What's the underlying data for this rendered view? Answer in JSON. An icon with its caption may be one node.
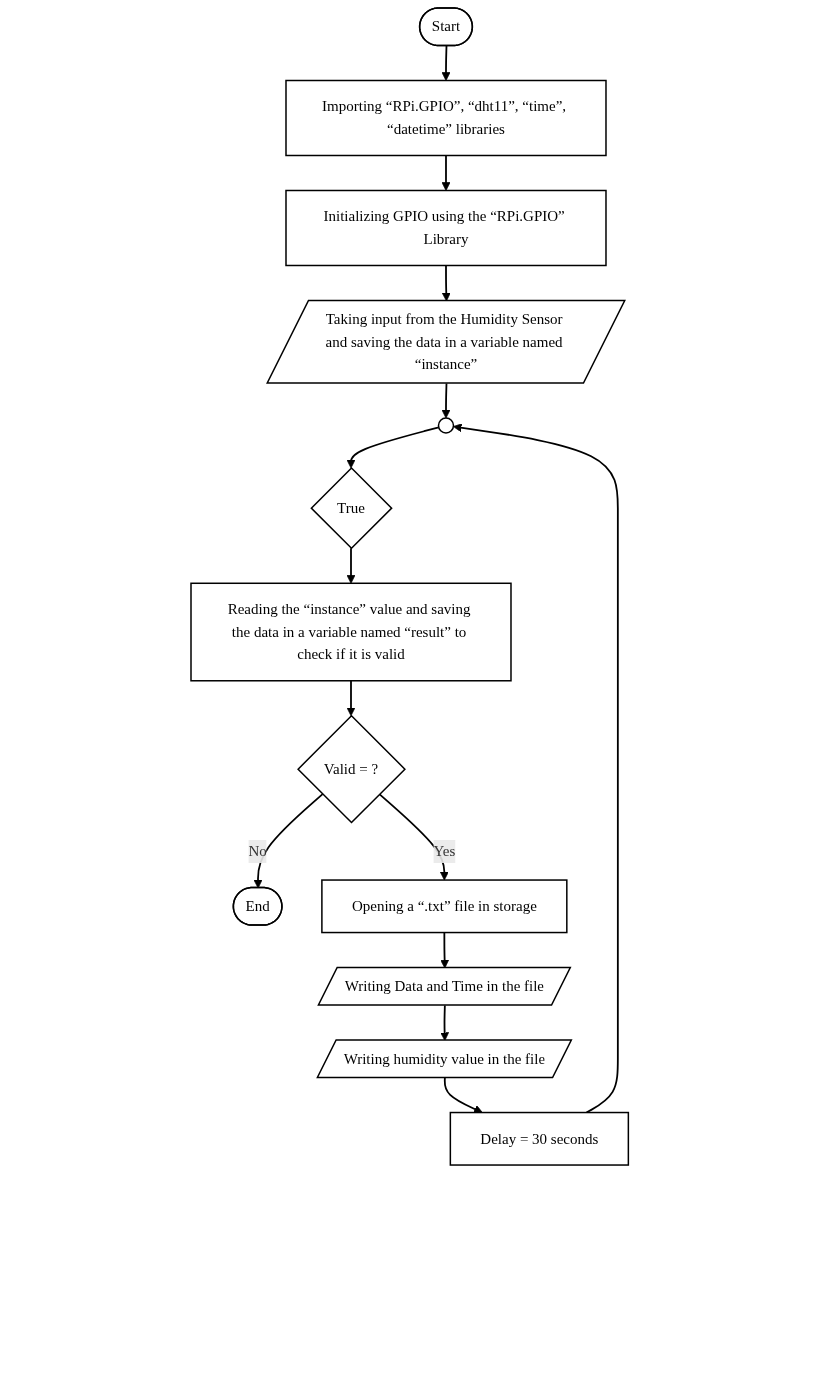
{
  "diagram": {
    "nodes": [
      {
        "text": [
          "Start"
        ]
      },
      {
        "text": [
          "Importing “RPi.GPIO”, “dht11”, “time”, “datetime” libraries"
        ]
      },
      {
        "text": [
          "Initializing GPIO using the “RPi.GPIO” Library"
        ]
      },
      {
        "text": [
          "Taking input from the Humidity Sensor and saving the data in a variable named “instance”"
        ]
      },
      {
        "text": [],
        "shape": "circle"
      },
      {
        "text": [
          "True"
        ]
      },
      {
        "text": [
          "Reading the “instance” value and saving the data in a variable named “result” to check if it is valid"
        ]
      },
      {
        "text": [
          "Valid = ?"
        ]
      },
      {
        "text": [
          "End"
        ]
      },
      {
        "text": [
          "Opening a “.txt” file in storage"
        ]
      },
      {
        "text": [
          "Writing Data and Time in the file"
        ]
      },
      {
        "text": [
          "Writing humidity value in the file"
        ]
      },
      {
        "text": [
          "Delay = 30 seconds"
        ]
      }
    ],
    "edges": [
      {
        "from": 0,
        "to": 1,
        "arrow": "to"
      },
      {
        "from": 1,
        "to": 2,
        "arrow": "to"
      },
      {
        "from": 2,
        "to": 3,
        "arrow": "to"
      },
      {
        "from": 3,
        "to": 4,
        "arrow": "to"
      },
      {
        "from": 4,
        "to": 5,
        "arrow": "to"
      },
      {
        "from": 5,
        "to": 6,
        "arrow": "to"
      },
      {
        "from": 6,
        "to": 7,
        "arrow": "to"
      },
      {
        "from": 7,
        "to": 8,
        "arrow": "to",
        "label": "No"
      },
      {
        "from": 7,
        "to": 9,
        "arrow": "to",
        "label": "Yes"
      },
      {
        "from": 9,
        "to": 10,
        "arrow": "to"
      },
      {
        "from": 10,
        "to": 11,
        "arrow": "to"
      },
      {
        "from": 11,
        "to": 12,
        "arrow": "to"
      },
      {
        "from": 12,
        "to": 4,
        "arrow": "to"
      }
    ]
  }
}
